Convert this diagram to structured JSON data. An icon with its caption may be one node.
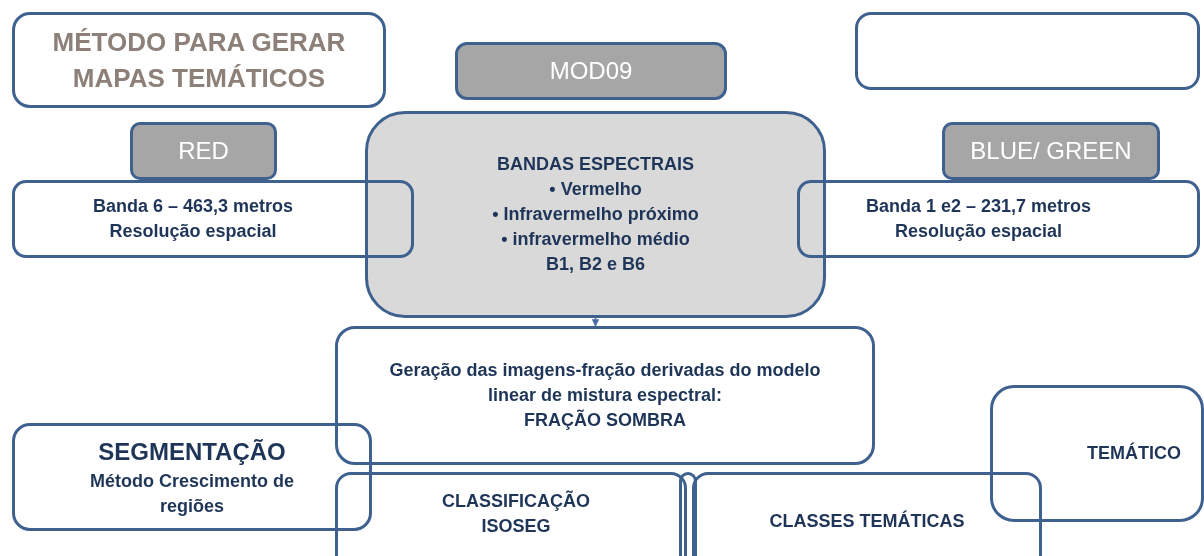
{
  "diagram": {
    "nodes": [
      {
        "text": [
          "MÉTODO PARA GERAR MAPAS TEMÁTICOS"
        ]
      },
      {
        "text": [
          "MOD09"
        ]
      },
      {
        "text": [],
        "shape": "box"
      },
      {
        "text": [
          "RED"
        ]
      },
      {
        "text": [
          "BANDAS ESPECTRAIS",
          "• Vermelho",
          "• Infravermelho próximo",
          "• infravermelho médio",
          "B1, B2 e B6"
        ]
      },
      {
        "text": [
          "BLUE/ GREEN"
        ]
      },
      {
        "text": [
          "Banda 6 – 463,3 metros",
          "Resolução espacial"
        ]
      },
      {
        "text": [
          "Banda 1 e2 – 231,7 metros",
          "Resolução espacial"
        ]
      },
      {
        "text": [
          "Geração das imagens-fração derivadas do modelo linear de mistura espectral:",
          "FRAÇÃO SOMBRA"
        ]
      },
      {
        "text": [
          "TEMÁTICO"
        ]
      },
      {
        "text": [
          "SEGMENTAÇÃO",
          "Método Crescimento de regiões"
        ]
      },
      {
        "text": [
          "CLASSIFICAÇÃO ISOSEG"
        ]
      },
      {
        "text": [],
        "shape": "box"
      },
      {
        "text": [
          "CLASSES TEMÁTICAS"
        ]
      }
    ],
    "edges": [
      {
        "from": 4,
        "to": 8,
        "arrow": "to"
      }
    ]
  }
}
